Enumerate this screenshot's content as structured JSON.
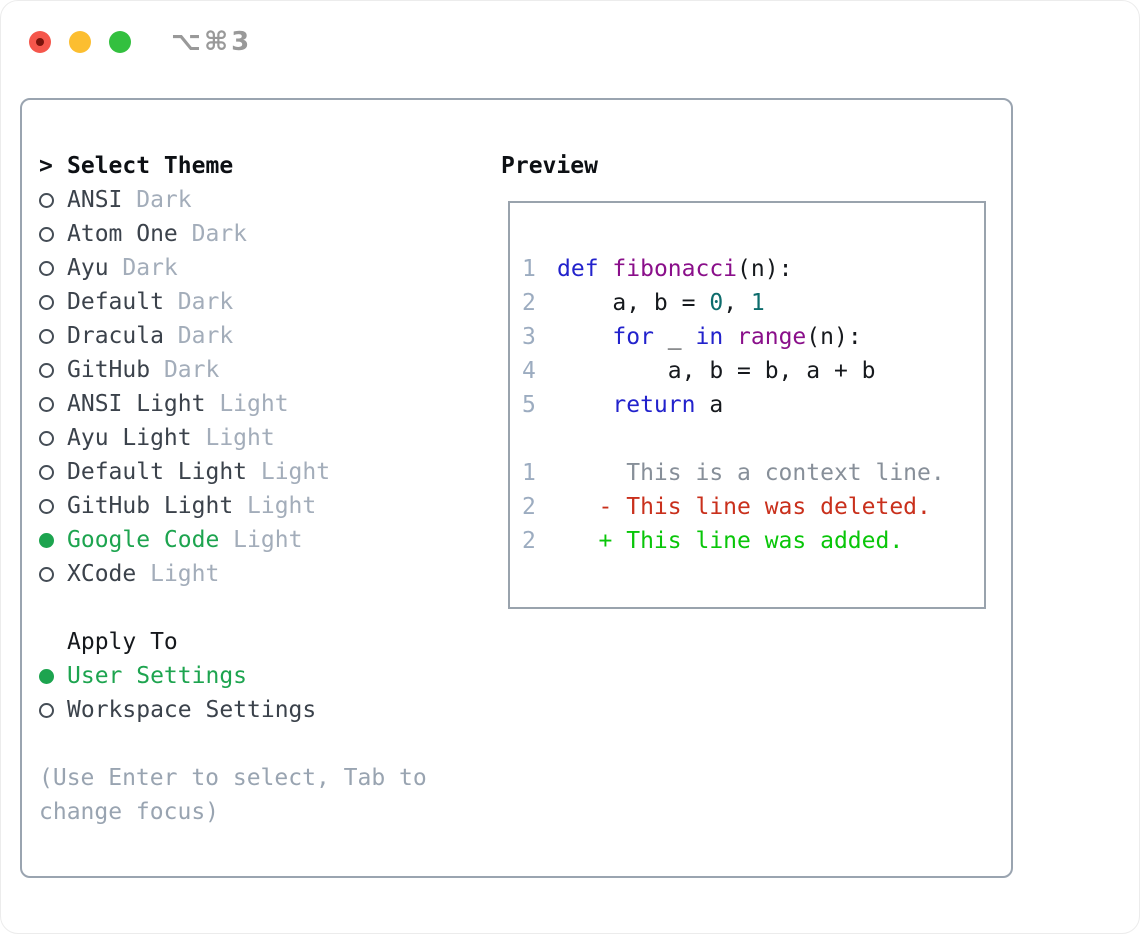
{
  "window": {
    "title_shortcut": "⌥⌘3"
  },
  "theme_list": {
    "header_marker": ">",
    "header": "Select Theme",
    "items": [
      {
        "name": "ANSI",
        "variant": "Dark",
        "selected": false
      },
      {
        "name": "Atom One",
        "variant": "Dark",
        "selected": false
      },
      {
        "name": "Ayu",
        "variant": "Dark",
        "selected": false
      },
      {
        "name": "Default",
        "variant": "Dark",
        "selected": false
      },
      {
        "name": "Dracula",
        "variant": "Dark",
        "selected": false
      },
      {
        "name": "GitHub",
        "variant": "Dark",
        "selected": false
      },
      {
        "name": "ANSI Light",
        "variant": "Light",
        "selected": false
      },
      {
        "name": "Ayu Light",
        "variant": "Light",
        "selected": false
      },
      {
        "name": "Default Light",
        "variant": "Light",
        "selected": false
      },
      {
        "name": "GitHub Light",
        "variant": "Light",
        "selected": false
      },
      {
        "name": "Google Code",
        "variant": "Light",
        "selected": true
      },
      {
        "name": "XCode",
        "variant": "Light",
        "selected": false
      }
    ]
  },
  "apply_to": {
    "header": "Apply To",
    "options": [
      {
        "label": "User Settings",
        "selected": true
      },
      {
        "label": "Workspace Settings",
        "selected": false
      }
    ]
  },
  "hint": "(Use Enter to select, Tab to change focus)",
  "preview": {
    "header": "Preview",
    "lines": [
      {
        "num": "1",
        "tokens": [
          [
            "kw",
            "def"
          ],
          [
            "pl",
            " "
          ],
          [
            "fn",
            "fibonacci"
          ],
          [
            "pl",
            "(n):"
          ]
        ]
      },
      {
        "num": "2",
        "tokens": [
          [
            "pl",
            "    a, b = "
          ],
          [
            "num",
            "0"
          ],
          [
            "pl",
            ", "
          ],
          [
            "num",
            "1"
          ]
        ]
      },
      {
        "num": "3",
        "tokens": [
          [
            "pl",
            "    "
          ],
          [
            "kw",
            "for"
          ],
          [
            "pl",
            " _ "
          ],
          [
            "kw",
            "in"
          ],
          [
            "pl",
            " "
          ],
          [
            "fn",
            "range"
          ],
          [
            "pl",
            "(n):"
          ]
        ]
      },
      {
        "num": "4",
        "tokens": [
          [
            "pl",
            "        a, b = b, a + b"
          ]
        ]
      },
      {
        "num": "5",
        "tokens": [
          [
            "pl",
            "    "
          ],
          [
            "kw",
            "return"
          ],
          [
            "pl",
            " a"
          ]
        ]
      },
      {
        "num": "",
        "tokens": []
      },
      {
        "num": "1",
        "tokens": [
          [
            "ctx",
            "     This is a context line."
          ]
        ]
      },
      {
        "num": "2",
        "tokens": [
          [
            "del",
            "   - This line was deleted."
          ]
        ]
      },
      {
        "num": "2",
        "tokens": [
          [
            "add",
            "   + This line was added."
          ]
        ]
      }
    ]
  },
  "colors": {
    "accent_green": "#1da44f",
    "diff_added": "#09c609",
    "diff_removed": "#c9301c",
    "diff_context": "#878f99",
    "syntax_keyword": "#2222cc",
    "syntax_function": "#8a0f8a",
    "syntax_number": "#0d6c6c",
    "muted_text": "#a3adba",
    "line_number": "#9cacc0",
    "panel_border": "#9aa4b0",
    "traffic_red": "#f5564b",
    "traffic_yellow": "#fcbe30",
    "traffic_green": "#33c03f"
  }
}
